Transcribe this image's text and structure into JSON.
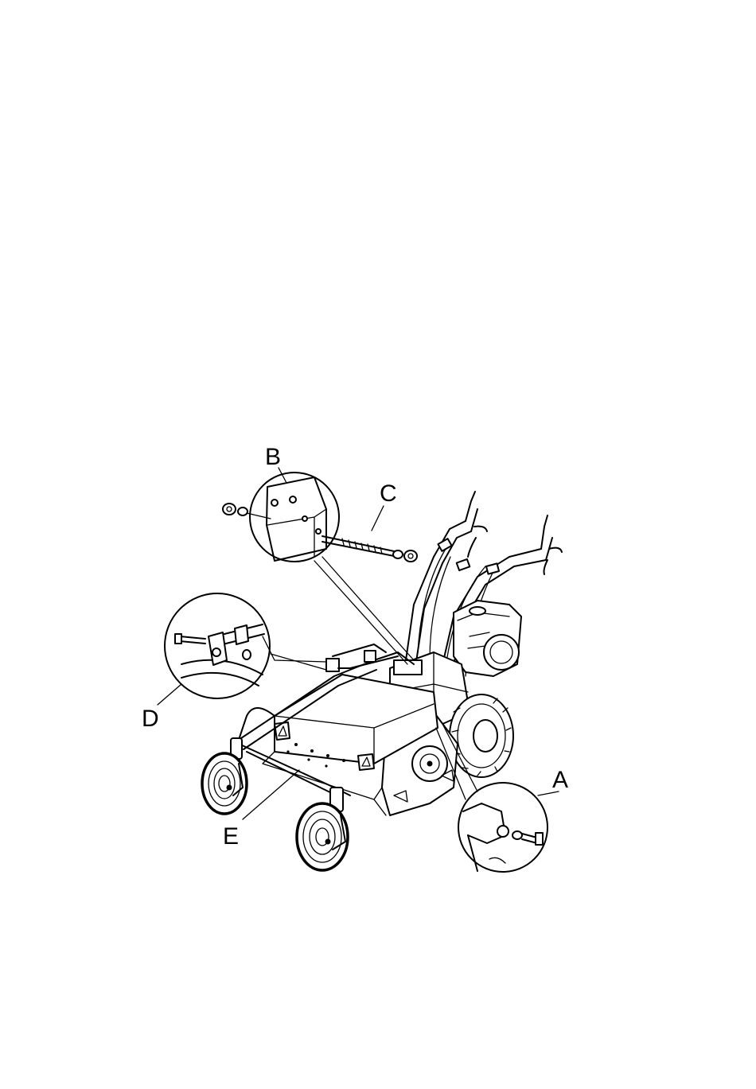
{
  "labels": {
    "a": "A",
    "b": "B",
    "c": "C",
    "d": "D",
    "e": "E"
  },
  "colors": {
    "line": "#000000",
    "background": "#ffffff"
  }
}
